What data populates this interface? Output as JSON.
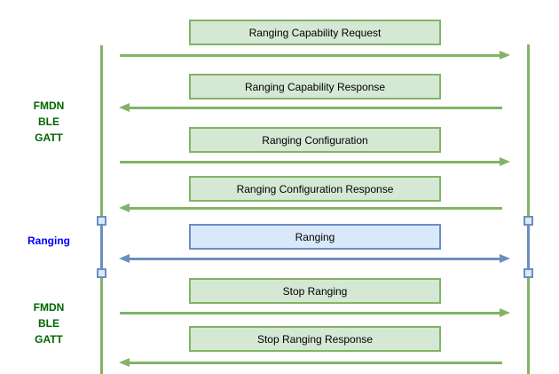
{
  "colors": {
    "green_fill": "#d5e8d4",
    "green_stroke": "#82b366",
    "blue_fill": "#dae8fc",
    "blue_stroke": "#6c8ebf",
    "lane_label_green": "#006600",
    "lane_label_blue": "#0000ff",
    "message_text": "#000000"
  },
  "lanes": [
    {
      "label_lines": [
        "FMDN",
        "BLE",
        "GATT"
      ],
      "style": "green"
    },
    {
      "label_lines": [
        "Ranging"
      ],
      "style": "blue"
    },
    {
      "label_lines": [
        "FMDN",
        "BLE",
        "GATT"
      ],
      "style": "green"
    }
  ],
  "messages": [
    {
      "label": "Ranging Capability Request",
      "direction": "right",
      "style": "green"
    },
    {
      "label": "Ranging Capability Response",
      "direction": "left",
      "style": "green"
    },
    {
      "label": "Ranging Configuration",
      "direction": "right",
      "style": "green"
    },
    {
      "label": "Ranging Configuration Response",
      "direction": "left",
      "style": "green"
    },
    {
      "label": "Ranging",
      "direction": "both",
      "style": "blue"
    },
    {
      "label": "Stop Ranging",
      "direction": "right",
      "style": "green"
    },
    {
      "label": "Stop Ranging Response",
      "direction": "left",
      "style": "green"
    }
  ]
}
